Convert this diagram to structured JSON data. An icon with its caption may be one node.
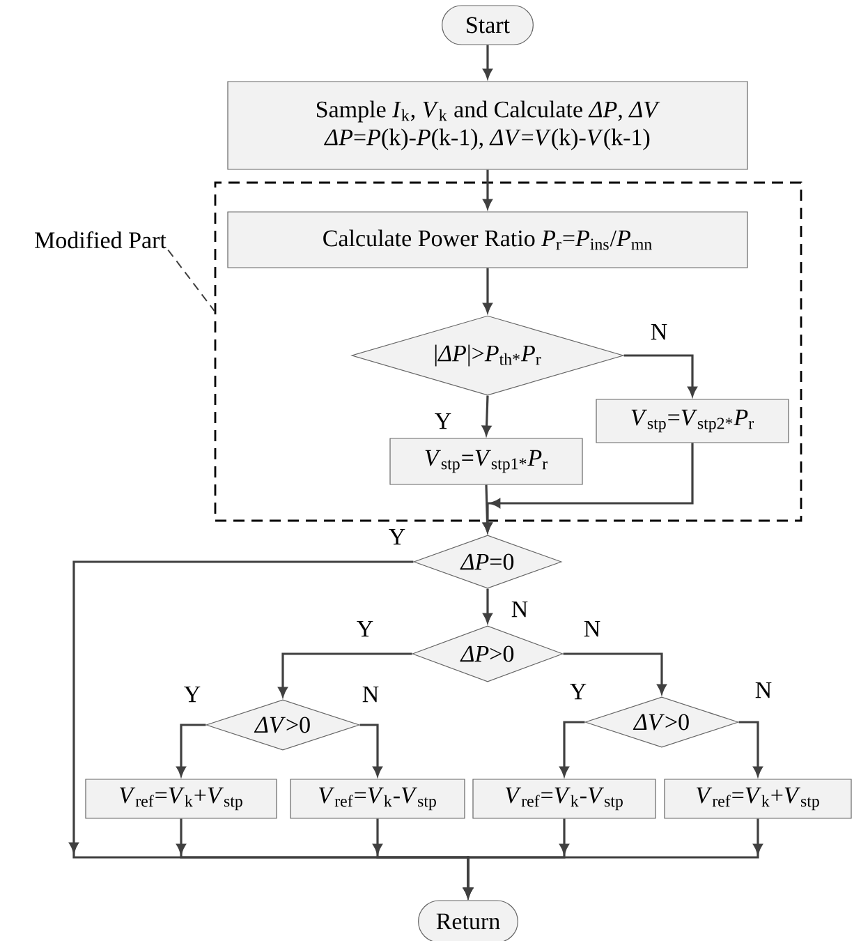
{
  "diagram": {
    "nodes": [
      {
        "text": [
          "Start"
        ]
      },
      {
        "text": [
          "Sample *I*$_{k}$, *V*$_{k}$ and Calculate *ΔP*, *ΔV*",
          "*ΔP*=*P*(k)-*P*(k-1), *ΔV*=*V*(k)-*V*(k-1)"
        ]
      },
      {
        "text": [
          "Modified Part"
        ]
      },
      {
        "text": [],
        "shape": "box"
      },
      {
        "text": [
          "Calculate Power Ratio *P*$_{r}$=*P*$_{ins}$/*P*$_{mn}$"
        ],
        "in": 3
      },
      {
        "text": [
          "|*ΔP*|>*P*$_{th*}$*P*$_{r}$"
        ],
        "in": 3
      },
      {
        "text": [
          "*V*$_{stp}$=*V*$_{stp1*}$*P*$_{r}$"
        ],
        "in": 3
      },
      {
        "text": [
          "*V*$_{stp}$=*V*$_{stp2*}$*P*$_{r}$"
        ],
        "in": 3
      },
      {
        "text": [
          "*ΔP*=0"
        ]
      },
      {
        "text": [
          "*ΔP*>0"
        ]
      },
      {
        "text": [
          "*ΔV*>0"
        ]
      },
      {
        "text": [
          "*ΔV*>0"
        ]
      },
      {
        "text": [
          "*V*$_{ref}$=*V*$_{k}$+*V*$_{stp}$"
        ]
      },
      {
        "text": [
          "*V*$_{ref}$=*V*$_{k}$-*V*$_{stp}$"
        ]
      },
      {
        "text": [
          "*V*$_{ref}$=*V*$_{k}$-*V*$_{stp}$"
        ]
      },
      {
        "text": [
          "*V*$_{ref}$=*V*$_{k}$+*V*$_{stp}$"
        ]
      },
      {
        "text": [
          "Return"
        ]
      }
    ],
    "edges": [
      {
        "from": 0,
        "to": 1,
        "arrow": "to"
      },
      {
        "from": 1,
        "to": 4,
        "arrow": "to"
      },
      {
        "from": 2,
        "to": 3,
        "arrow": "none",
        "style": "dashed"
      },
      {
        "from": 4,
        "to": 5,
        "arrow": "to"
      },
      {
        "from": 5,
        "to": 6,
        "arrow": "to",
        "label": "Y"
      },
      {
        "from": 5,
        "to": 7,
        "arrow": "to",
        "label": "N"
      },
      {
        "from": 6,
        "to": 8,
        "arrow": "to"
      },
      {
        "from": 7,
        "to": 8,
        "arrow": "to"
      },
      {
        "from": 8,
        "to": 16,
        "arrow": "to",
        "label": "Y"
      },
      {
        "from": 8,
        "to": 9,
        "arrow": "to",
        "label": "N"
      },
      {
        "from": 9,
        "to": 10,
        "arrow": "to",
        "label": "Y"
      },
      {
        "from": 9,
        "to": 11,
        "arrow": "to",
        "label": "N"
      },
      {
        "from": 10,
        "to": 12,
        "arrow": "to",
        "label": "Y"
      },
      {
        "from": 10,
        "to": 13,
        "arrow": "to",
        "label": "N"
      },
      {
        "from": 11,
        "to": 14,
        "arrow": "to",
        "label": "Y"
      },
      {
        "from": 11,
        "to": 15,
        "arrow": "to",
        "label": "N"
      },
      {
        "from": 12,
        "to": 16,
        "arrow": "to"
      },
      {
        "from": 13,
        "to": 16,
        "arrow": "to"
      },
      {
        "from": 14,
        "to": 16,
        "arrow": "to"
      },
      {
        "from": 15,
        "to": 16,
        "arrow": "to"
      }
    ]
  }
}
